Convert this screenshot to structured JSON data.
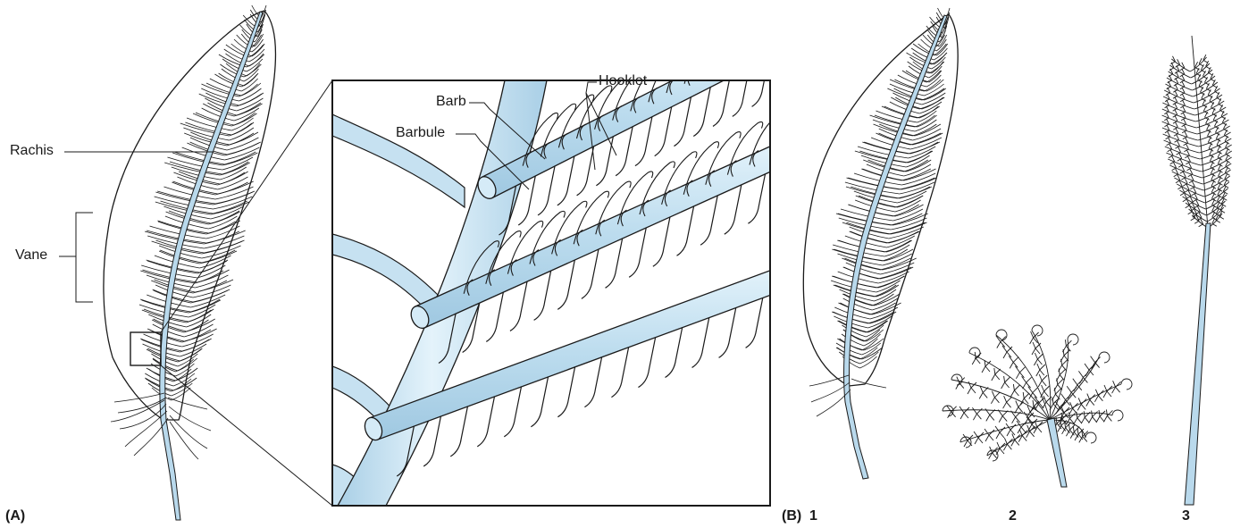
{
  "labels": {
    "rachis": "Rachis",
    "vane": "Vane",
    "barb": "Barb",
    "barbule": "Barbule",
    "hooklet": "Hooklet"
  },
  "panels": {
    "a": "(A)",
    "b": "(B)",
    "b1": "1",
    "b2": "2",
    "b3": "3"
  },
  "colors": {
    "shaft": "#b9d9ec",
    "shaft_light": "#dff0f9",
    "ink": "#1a1a1a",
    "background": "#ffffff"
  }
}
